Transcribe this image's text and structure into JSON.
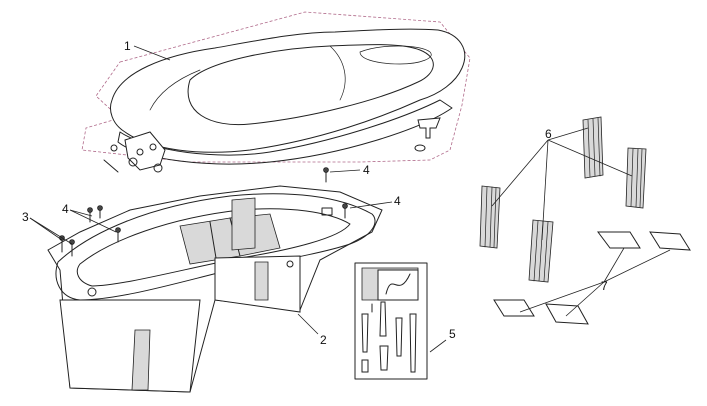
{
  "callouts": [
    {
      "id": "seat",
      "text": "1"
    },
    {
      "id": "storage-box",
      "text": "2"
    },
    {
      "id": "screw-left",
      "text": "3"
    },
    {
      "id": "screw-top",
      "text": "4"
    },
    {
      "id": "screw-right",
      "text": "4"
    },
    {
      "id": "screw-mid",
      "text": "4"
    },
    {
      "id": "tool-kit",
      "text": "5"
    },
    {
      "id": "rubber-pads",
      "text": "6"
    },
    {
      "id": "felt-pads",
      "text": "7"
    }
  ]
}
